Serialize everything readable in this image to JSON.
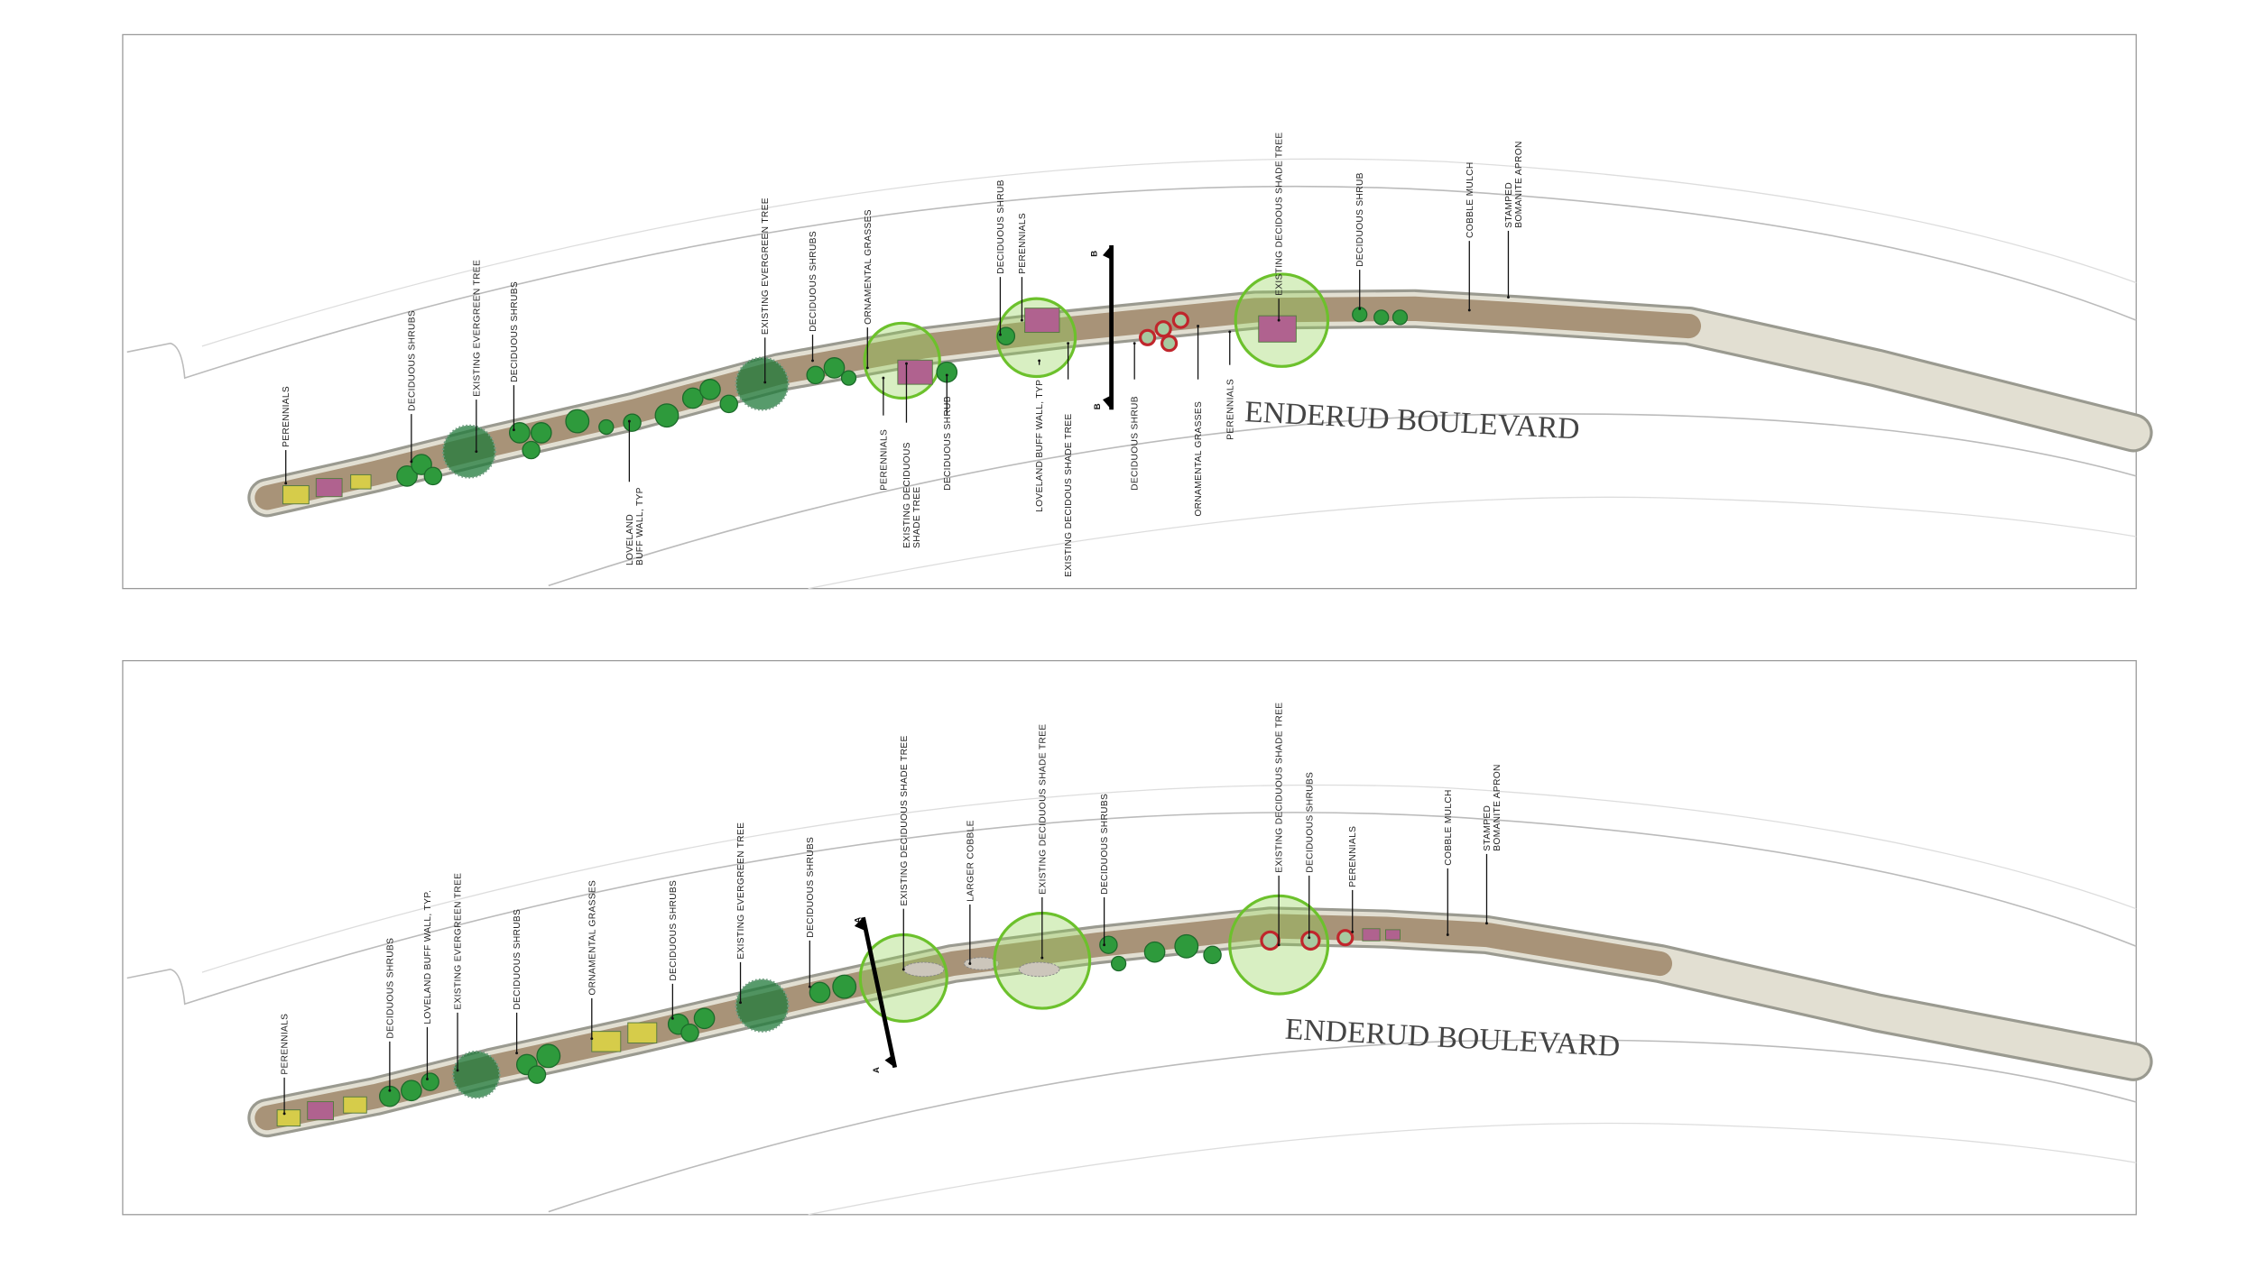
{
  "top_plan": {
    "street_name": "ENDERUD BOULEVARD",
    "section_marker": "B",
    "labels": [
      {
        "lines": [
          "PERENNIALS"
        ]
      },
      {
        "lines": [
          "DECIDUOUS SHRUBS"
        ]
      },
      {
        "lines": [
          "EXISTING EVERGREEN TREE"
        ]
      },
      {
        "lines": [
          "DECIDUOUS SHRUBS"
        ]
      },
      {
        "lines": [
          "LOVELAND",
          "BUFF WALL, TYP"
        ]
      },
      {
        "lines": [
          "EXISTING EVERGREEN TREE"
        ]
      },
      {
        "lines": [
          "DECIDUOUS SHRUBS"
        ]
      },
      {
        "lines": [
          "ORNAMENTAL GRASSES"
        ]
      },
      {
        "lines": [
          "PERENNIALS"
        ]
      },
      {
        "lines": [
          "EXISTING DECIDUOUS",
          "SHADE TREE"
        ]
      },
      {
        "lines": [
          "DECIDUOUS SHRUB"
        ]
      },
      {
        "lines": [
          "DECIDUOUS SHRUB"
        ]
      },
      {
        "lines": [
          "PERENNIALS"
        ]
      },
      {
        "lines": [
          "LOVELAND BUFF WALL, TYP"
        ]
      },
      {
        "lines": [
          "EXISTING DECIDOUS SHADE TREE"
        ]
      },
      {
        "lines": [
          "DECIDUOUS SHRUB"
        ]
      },
      {
        "lines": [
          "ORNAMENTAL GRASSES"
        ]
      },
      {
        "lines": [
          "PERENNIALS"
        ]
      },
      {
        "lines": [
          "EXISTING DECIDOUS SHADE TREE"
        ]
      },
      {
        "lines": [
          "DECIDUOUS SHRUB"
        ]
      },
      {
        "lines": [
          "COBBLE MULCH"
        ]
      },
      {
        "lines": [
          "STAMPED",
          "BOMANITE APRON"
        ]
      }
    ]
  },
  "bottom_plan": {
    "street_name": "ENDERUD BOULEVARD",
    "section_marker": "A",
    "labels": [
      {
        "lines": [
          "PERENNIALS"
        ]
      },
      {
        "lines": [
          "DECIDUOUS SHRUBS"
        ]
      },
      {
        "lines": [
          "LOVELAND BUFF WALL, TYP."
        ]
      },
      {
        "lines": [
          "EXISTING EVERGREEN TREE"
        ]
      },
      {
        "lines": [
          "DECIDUOUS SHRUBS"
        ]
      },
      {
        "lines": [
          "ORNAMENTAL GRASSES"
        ]
      },
      {
        "lines": [
          "DECIDUOUS SHRUBS"
        ]
      },
      {
        "lines": [
          "EXISTING EVERGREEN TREE"
        ]
      },
      {
        "lines": [
          "DECIDUOUS SHRUBS"
        ]
      },
      {
        "lines": [
          "EXISTING DECIDUOUS SHADE TREE"
        ]
      },
      {
        "lines": [
          "LARGER COBBLE"
        ]
      },
      {
        "lines": [
          "EXISTING DECIDUOUS SHADE TREE"
        ]
      },
      {
        "lines": [
          "DECIDUOUS SHRUBS"
        ]
      },
      {
        "lines": [
          "EXISTING DECIDUOUS SHADE TREE"
        ]
      },
      {
        "lines": [
          "DECIDUOUS SHRUBS"
        ]
      },
      {
        "lines": [
          "PERENNIALS"
        ]
      },
      {
        "lines": [
          "COBBLE MULCH"
        ]
      },
      {
        "lines": [
          "STAMPED",
          "BOMANITE APRON"
        ]
      }
    ]
  },
  "colors": {
    "median_soil": "#a89378",
    "median_edge": "#cfc8b8",
    "apron": "#e2dfd2",
    "shrub": "#2e9a3c",
    "shade_tree": "#8fd14f",
    "evergreen": "#1f7a3a",
    "perennial_pink": "#b0628f",
    "perennial_yellow": "#d6cc4a",
    "red_accent": "#c0262c"
  }
}
